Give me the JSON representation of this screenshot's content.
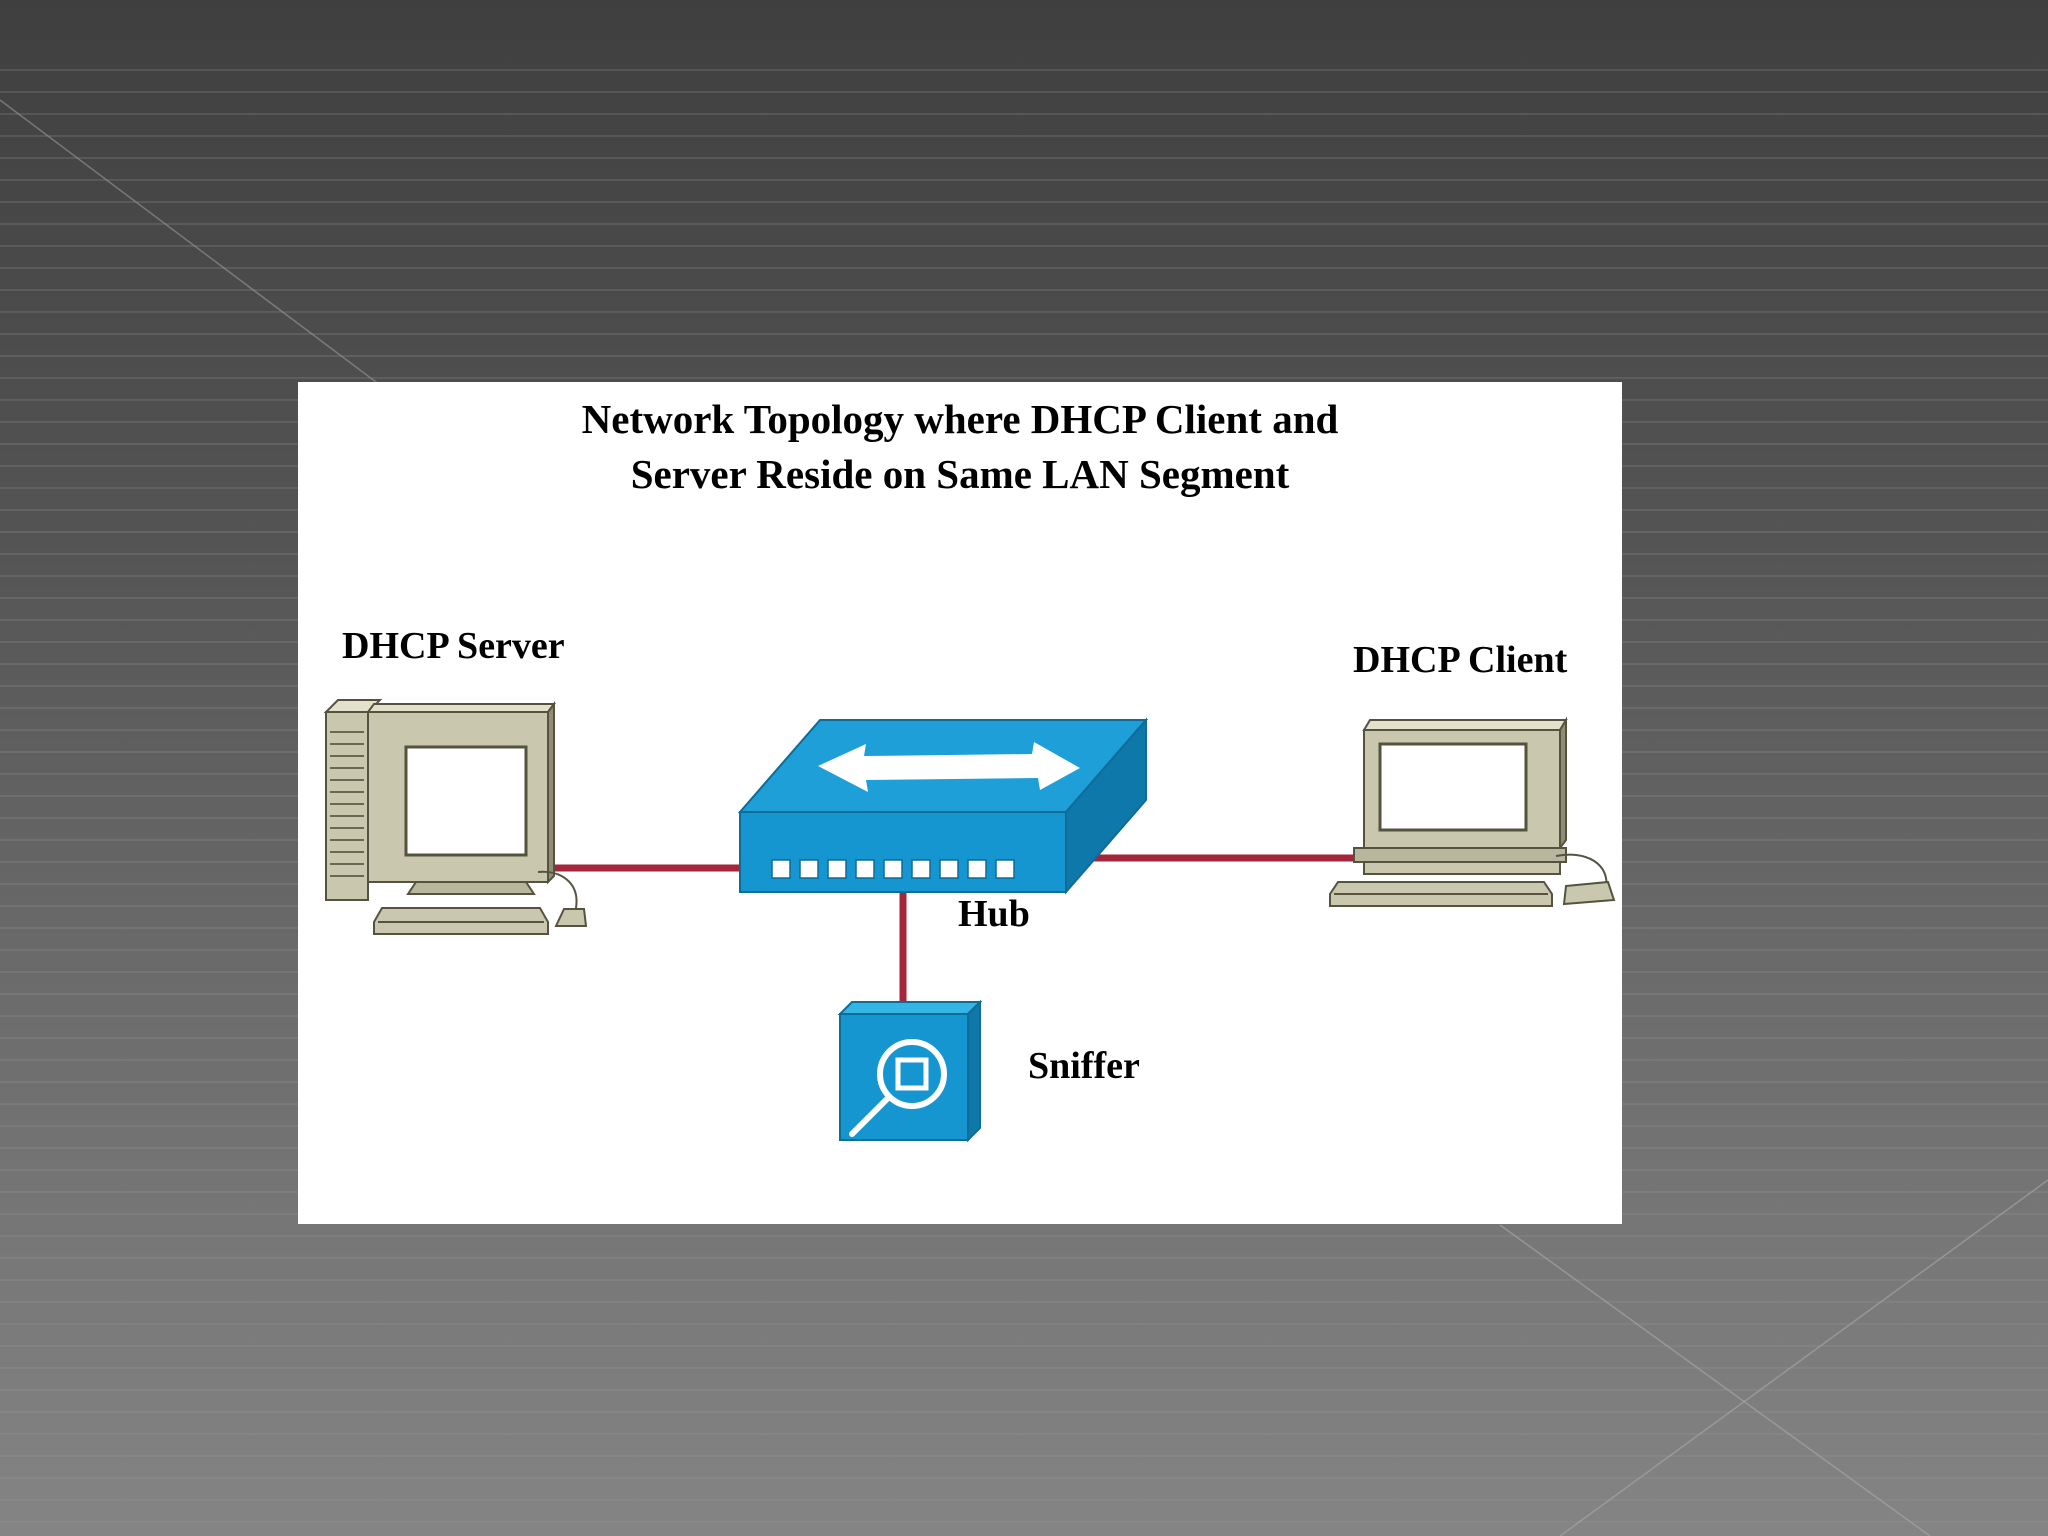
{
  "diagram": {
    "title_line1": "Network Topology where DHCP Client and",
    "title_line2": "Server Reside on Same LAN Segment",
    "nodes": {
      "server": {
        "label": "DHCP Server",
        "icon": "desktop-computer-icon"
      },
      "client": {
        "label": "DHCP Client",
        "icon": "desktop-computer-icon"
      },
      "hub": {
        "label": "Hub",
        "icon": "network-hub-icon"
      },
      "sniffer": {
        "label": "Sniffer",
        "icon": "magnifier-sniffer-icon"
      }
    },
    "links": [
      {
        "from": "DHCP Server",
        "to": "Hub"
      },
      {
        "from": "Hub",
        "to": "DHCP Client"
      },
      {
        "from": "Hub",
        "to": "Sniffer"
      }
    ]
  },
  "colors": {
    "background_top": "#3f3f3f",
    "background_bottom": "#848484",
    "panel": "#ffffff",
    "link": "#a3263b",
    "device_blue": "#1a9fd6",
    "computer_beige": "#c9c7ae"
  }
}
